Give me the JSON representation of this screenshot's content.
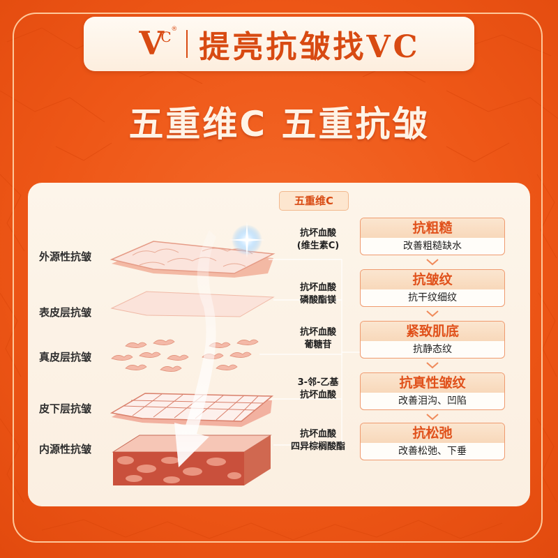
{
  "header": {
    "logo": {
      "letter_v": "V",
      "letter_c": "C",
      "mark": "®"
    },
    "title": "提亮抗皱找VC"
  },
  "main_title": "五重维C 五重抗皱",
  "vc_label": "五重维C",
  "layers": [
    {
      "label": "外源性抗皱"
    },
    {
      "label": "表皮层抗皱"
    },
    {
      "label": "真皮层抗皱"
    },
    {
      "label": "皮下层抗皱"
    },
    {
      "label": "内源性抗皱"
    }
  ],
  "ingredients": [
    {
      "line1": "抗坏血酸",
      "line2": "(维生素C)"
    },
    {
      "line1": "抗坏血酸",
      "line2": "磷酸酯镁"
    },
    {
      "line1": "抗坏血酸",
      "line2": "葡糖苷"
    },
    {
      "line1": "3-邻-乙基",
      "line2": "抗坏血酸"
    },
    {
      "line1": "抗坏血酸",
      "line2": "四异棕榈酸酯"
    }
  ],
  "benefits": [
    {
      "title": "抗粗糙",
      "desc": "改善粗糙缺水"
    },
    {
      "title": "抗皱纹",
      "desc": "抗干纹细纹"
    },
    {
      "title": "紧致肌底",
      "desc": "抗静态纹"
    },
    {
      "title": "抗真性皱纹",
      "desc": "改善泪沟、凹陷"
    },
    {
      "title": "抗松弛",
      "desc": "改善松弛、下垂"
    }
  ],
  "colors": {
    "background": "#ee5717",
    "accent": "#d84a12",
    "panel": "#fdf5ea",
    "card_border": "#ef9a6e"
  }
}
